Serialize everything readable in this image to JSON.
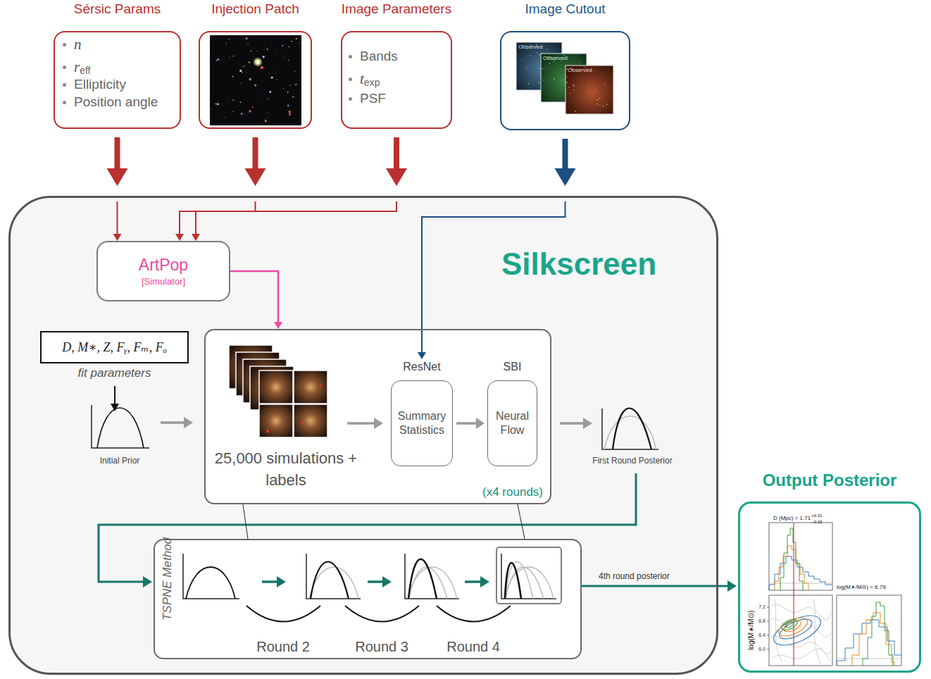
{
  "diagram": {
    "nodes": [
      {
        "text": [
          "Sérsic Params",
          "n",
          "r",
          "eff",
          "Ellipticity",
          "Position angle"
        ]
      },
      {
        "text": [
          "Injection Patch"
        ]
      },
      {
        "text": [
          "Image Parameters",
          "Bands",
          "t",
          "exp",
          "PSF"
        ]
      },
      {
        "text": [
          "Image Cutout"
        ]
      },
      {
        "text": [
          "Silkscreen"
        ]
      },
      {
        "text": [
          "ArtPop",
          "[Simulator]"
        ],
        "in": 4
      },
      {
        "text": [
          "D, M∗, Z, Fᵧ, Fₘ, Fₒ",
          "fit parameters"
        ],
        "in": 4
      },
      {
        "text": [
          "25,000 simulations + labels",
          "(x4 rounds)"
        ],
        "in": 4
      },
      {
        "text": [
          "ResNet",
          "Summary Statistics"
        ],
        "in": 7
      },
      {
        "text": [
          "SBI",
          "Neural Flow"
        ],
        "in": 7
      },
      {
        "text": [
          "TSPNE Method"
        ],
        "in": 4
      },
      {
        "text": [
          "Output Posterior"
        ]
      }
    ],
    "edges": [
      {
        "from": 0,
        "to": 5,
        "arrow": "to"
      },
      {
        "from": 1,
        "to": 5,
        "arrow": "to"
      },
      {
        "from": 2,
        "to": 5,
        "arrow": "to"
      },
      {
        "from": 3,
        "to": 8,
        "arrow": "to"
      },
      {
        "from": 5,
        "to": 7,
        "arrow": "to"
      },
      {
        "from": 8,
        "to": 9,
        "arrow": "to"
      },
      {
        "from": 10,
        "to": 11,
        "label": "4th round posterior",
        "arrow": "to"
      }
    ],
    "labels": [
      "Observed",
      "Observed",
      "Observed",
      "Initial Prior",
      "First Round Posterior",
      "Round 2",
      "Round 3",
      "Round 4",
      "D (Mpc) = 1.71",
      "+0.31",
      "−0.15",
      "log(M∗/M⊙) = 6.79",
      "log(M∗/M⊙)",
      "7.2",
      "6.8",
      "6.4",
      "6.0"
    ]
  }
}
